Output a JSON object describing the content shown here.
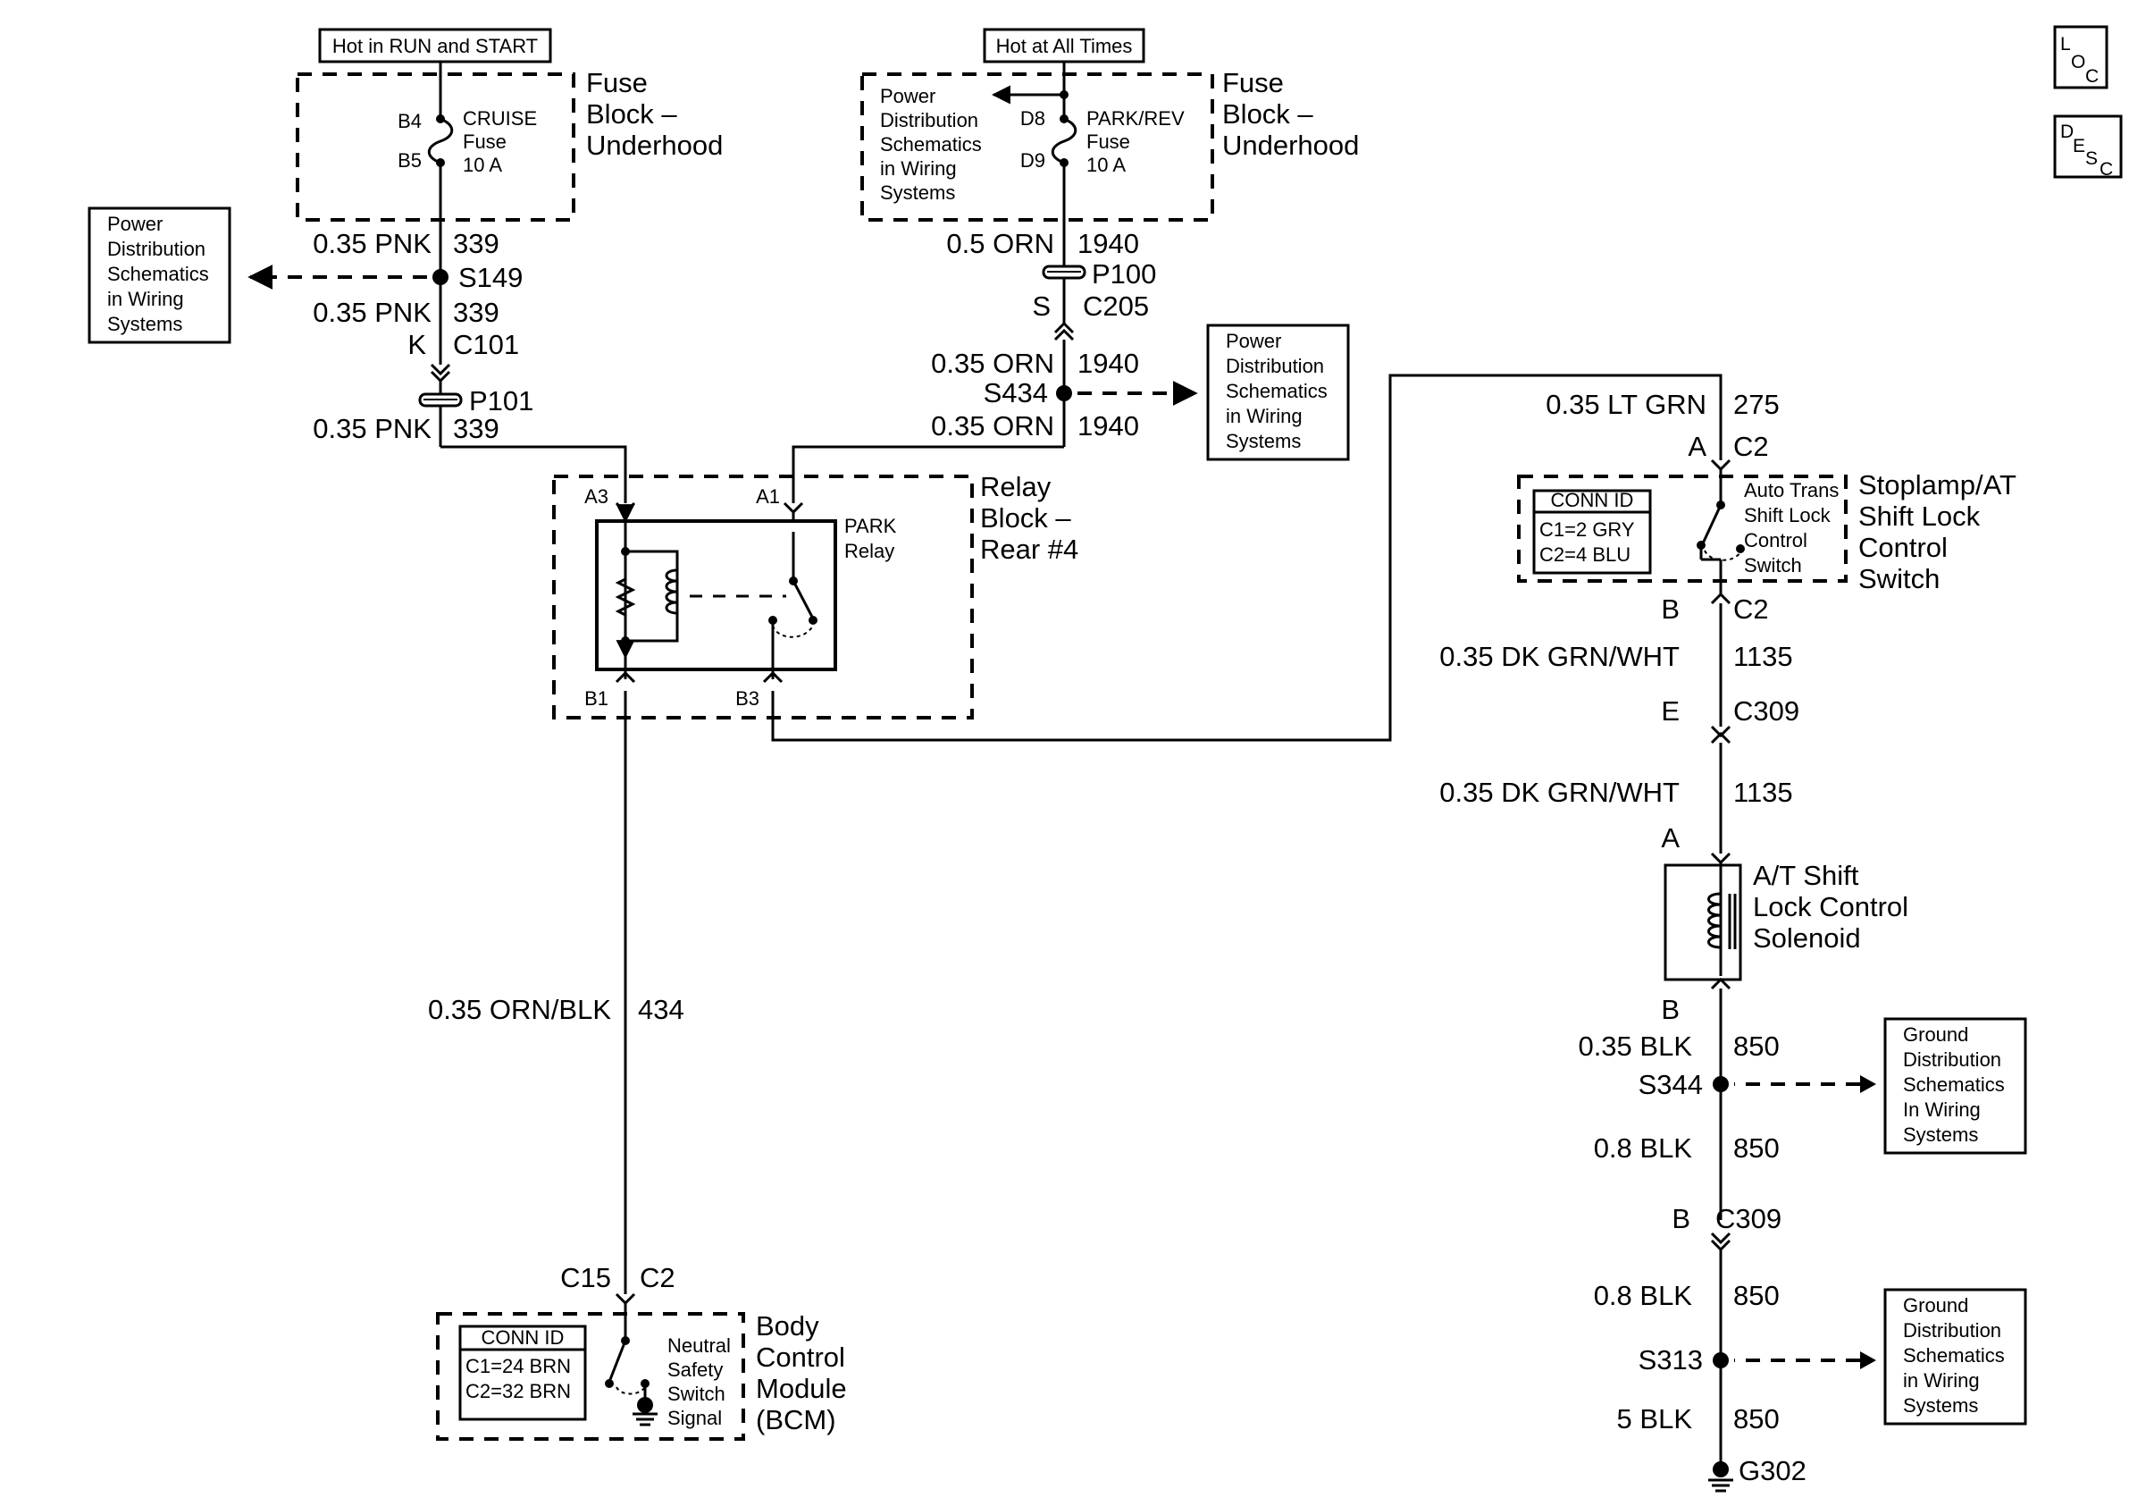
{
  "icons": {
    "loc": "LOC",
    "desc": "DESC"
  },
  "top_labels": {
    "hot_run_start": "Hot in RUN and START",
    "hot_all_times": "Hot at All Times"
  },
  "fuse_block_1": {
    "name_lines": [
      "Fuse",
      "Block –",
      "Underhood"
    ],
    "pin_in": "B4",
    "pin_out": "B5",
    "fuse_lines": [
      "CRUISE",
      "Fuse",
      "10 A"
    ]
  },
  "fuse_block_2": {
    "name_lines": [
      "Fuse",
      "Block –",
      "Underhood"
    ],
    "pin_in": "D8",
    "pin_out": "D9",
    "fuse_lines": [
      "PARK/REV",
      "Fuse",
      "10 A"
    ],
    "power_ref_lines": [
      "Power",
      "Distribution",
      "Schematics",
      "in Wiring",
      "Systems"
    ]
  },
  "power_ref_left": [
    "Power",
    "Distribution",
    "Schematics",
    "in Wiring",
    "Systems"
  ],
  "power_ref_mid": [
    "Power",
    "Distribution",
    "Schematics",
    "in Wiring",
    "Systems"
  ],
  "wires": {
    "w339a": {
      "size_color": "0.35 PNK",
      "circuit": "339"
    },
    "s149": "S149",
    "w339b": {
      "size_color": "0.35 PNK",
      "circuit": "339"
    },
    "c101": {
      "pin": "K",
      "conn": "C101"
    },
    "p101": "P101",
    "w339c": {
      "size_color": "0.35 PNK",
      "circuit": "339"
    },
    "w1940a": {
      "size_color": "0.5 ORN",
      "circuit": "1940"
    },
    "p100": "P100",
    "c205": {
      "pin": "S",
      "conn": "C205"
    },
    "w1940b": {
      "size_color": "0.35 ORN",
      "circuit": "1940"
    },
    "s434": "S434",
    "w1940c": {
      "size_color": "0.35 ORN",
      "circuit": "1940"
    },
    "w434": {
      "size_color": "0.35 ORN/BLK",
      "circuit": "434"
    },
    "w275": {
      "size_color": "0.35 LT GRN",
      "circuit": "275"
    },
    "c2_top": {
      "pin": "A",
      "conn": "C2"
    },
    "c2_bottom": {
      "pin": "B",
      "conn": "C2"
    },
    "w1135a": {
      "size_color": "0.35 DK GRN/WHT",
      "circuit": "1135"
    },
    "c309_e": {
      "pin": "E",
      "conn": "C309"
    },
    "w1135b": {
      "size_color": "0.35 DK GRN/WHT",
      "circuit": "1135"
    },
    "sol_pin_a": "A",
    "sol_pin_b": "B",
    "w850a": {
      "size_color": "0.35 BLK",
      "circuit": "850"
    },
    "s344": "S344",
    "w850b": {
      "size_color": "0.8 BLK",
      "circuit": "850"
    },
    "c309_b": {
      "pin": "B",
      "conn": "C309"
    },
    "w850c": {
      "size_color": "0.8 BLK",
      "circuit": "850"
    },
    "s313": "S313",
    "w850d": {
      "size_color": "5 BLK",
      "circuit": "850"
    },
    "g302": "G302"
  },
  "relay_block": {
    "name_lines": [
      "Relay",
      "Block –",
      "Rear #4"
    ],
    "relay_lines": [
      "PARK",
      "Relay"
    ],
    "pins": {
      "a3": "A3",
      "a1": "A1",
      "b1": "B1",
      "b3": "B3"
    }
  },
  "stoplamp_switch": {
    "name_lines": [
      "Stoplamp/AT",
      "Shift Lock",
      "Control",
      "Switch"
    ],
    "inner_lines": [
      "Auto Trans",
      "Shift Lock",
      "Control",
      "Switch"
    ],
    "conn_id_title": "CONN ID",
    "conn_id_lines": [
      "C1=2 GRY",
      "C2=4 BLU"
    ]
  },
  "solenoid": {
    "name_lines": [
      "A/T Shift",
      "Lock Control",
      "Solenoid"
    ]
  },
  "bcm": {
    "pins": {
      "c15": "C15",
      "c2": "C2"
    },
    "name_lines": [
      "Body",
      "Control",
      "Module",
      "(BCM)"
    ],
    "inner_lines": [
      "Neutral",
      "Safety",
      "Switch",
      "Signal"
    ],
    "conn_id_title": "CONN ID",
    "conn_id_lines": [
      "C1=24 BRN",
      "C2=32 BRN"
    ]
  },
  "ground_ref_1": [
    "Ground",
    "Distribution",
    "Schematics",
    "In Wiring",
    "Systems"
  ],
  "ground_ref_2": [
    "Ground",
    "Distribution",
    "Schematics",
    "in Wiring",
    "Systems"
  ]
}
